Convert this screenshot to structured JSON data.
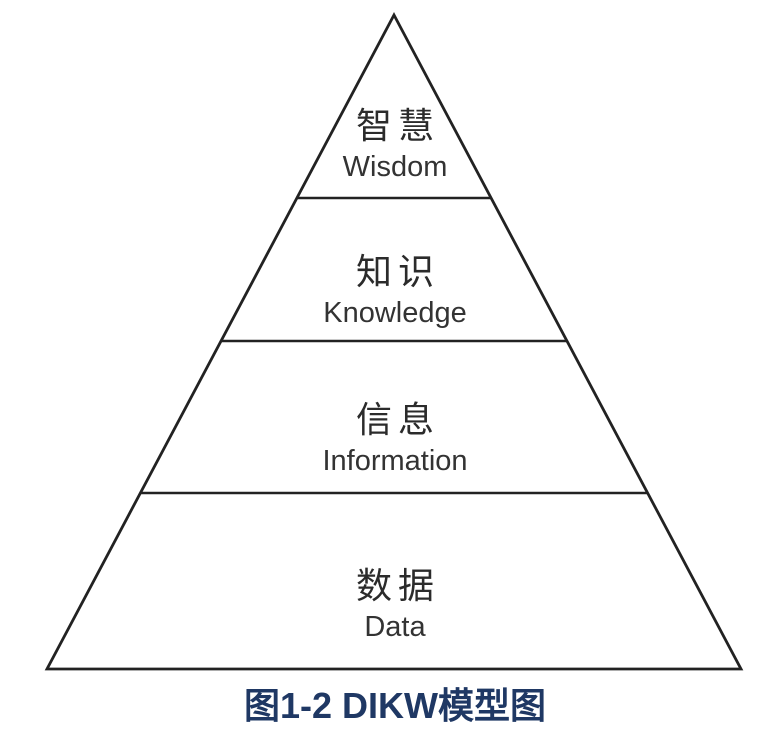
{
  "figure": {
    "type": "pyramid-diagram",
    "name": "DIKW model pyramid",
    "stroke_color": "#222222",
    "background_color": "#ffffff",
    "text_color": "#2b2b2b"
  },
  "pyramid": {
    "levels": [
      {
        "id": "wisdom",
        "label_zh": "智慧",
        "label_en": "Wisdom"
      },
      {
        "id": "knowledge",
        "label_zh": "知识",
        "label_en": "Knowledge"
      },
      {
        "id": "information",
        "label_zh": "信息",
        "label_en": "Information"
      },
      {
        "id": "data",
        "label_zh": "数据",
        "label_en": "Data"
      }
    ]
  },
  "caption": {
    "text": "图1-2 DIKW模型图",
    "color": "#1f3864"
  }
}
